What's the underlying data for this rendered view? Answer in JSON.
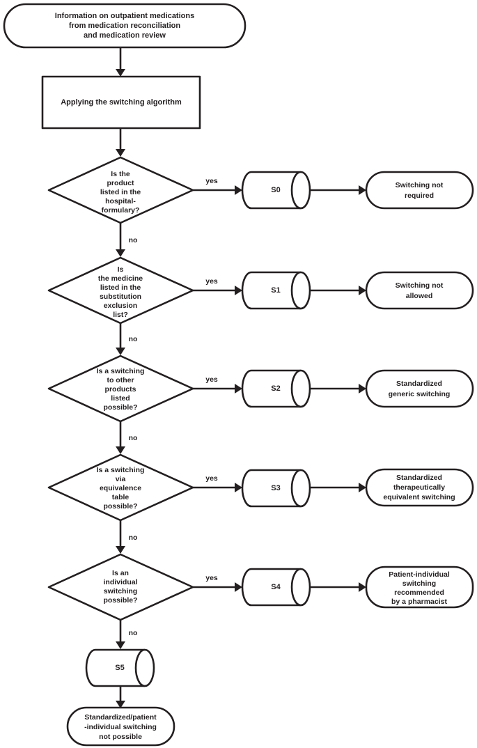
{
  "chart_data": {
    "type": "diagram",
    "title": "Medication switching algorithm flowchart",
    "diagram_kind": "flowchart",
    "orientation": "top-to-bottom with right branches",
    "nodes": [
      {
        "id": "start",
        "shape": "terminator",
        "text": "Information on outpatient medications\nfrom medication reconciliation\nand medication review"
      },
      {
        "id": "process",
        "shape": "process",
        "text": "Applying the switching algorithm"
      },
      {
        "id": "d0",
        "shape": "decision",
        "text": "Is the\nproduct\nlisted in the\nhospital-\nformulary?"
      },
      {
        "id": "d1",
        "shape": "decision",
        "text": "Is\nthe medicine\nlisted in the\nsubstitution\nexclusion\nlist?"
      },
      {
        "id": "d2",
        "shape": "decision",
        "text": "Is a switching\nto other\nproducts\nlisted\npossible?"
      },
      {
        "id": "d3",
        "shape": "decision",
        "text": "Is a switching\nvia\nequivalence\ntable\npossible?"
      },
      {
        "id": "d4",
        "shape": "decision",
        "text": "Is an\nindividual\nswitching\npossible?"
      },
      {
        "id": "s0",
        "shape": "cylinder",
        "text": "S0"
      },
      {
        "id": "s1",
        "shape": "cylinder",
        "text": "S1"
      },
      {
        "id": "s2",
        "shape": "cylinder",
        "text": "S2"
      },
      {
        "id": "s3",
        "shape": "cylinder",
        "text": "S3"
      },
      {
        "id": "s4",
        "shape": "cylinder",
        "text": "S4"
      },
      {
        "id": "s5",
        "shape": "cylinder",
        "text": "S5"
      },
      {
        "id": "o0",
        "shape": "terminator",
        "text": "Switching not\nrequired"
      },
      {
        "id": "o1",
        "shape": "terminator",
        "text": "Switching not\nallowed"
      },
      {
        "id": "o2",
        "shape": "terminator",
        "text": "Standardized\ngeneric switching"
      },
      {
        "id": "o3",
        "shape": "terminator",
        "text": "Standardized\ntherapeutically\nequivalent switching"
      },
      {
        "id": "o4",
        "shape": "terminator",
        "text": "Patient-individual\nswitching\nrecommended\nby a pharmacist"
      },
      {
        "id": "o5",
        "shape": "terminator",
        "text": "Standardized/patient\n-individual switching\nnot possible"
      }
    ],
    "edges": [
      {
        "from": "start",
        "to": "process",
        "label": ""
      },
      {
        "from": "process",
        "to": "d0",
        "label": ""
      },
      {
        "from": "d0",
        "to": "s0",
        "label": "yes"
      },
      {
        "from": "s0",
        "to": "o0",
        "label": ""
      },
      {
        "from": "d0",
        "to": "d1",
        "label": "no"
      },
      {
        "from": "d1",
        "to": "s1",
        "label": "yes"
      },
      {
        "from": "s1",
        "to": "o1",
        "label": ""
      },
      {
        "from": "d1",
        "to": "d2",
        "label": "no"
      },
      {
        "from": "d2",
        "to": "s2",
        "label": "yes"
      },
      {
        "from": "s2",
        "to": "o2",
        "label": ""
      },
      {
        "from": "d2",
        "to": "d3",
        "label": "no"
      },
      {
        "from": "d3",
        "to": "s3",
        "label": "yes"
      },
      {
        "from": "s3",
        "to": "o3",
        "label": ""
      },
      {
        "from": "d3",
        "to": "d4",
        "label": "no"
      },
      {
        "from": "d4",
        "to": "s4",
        "label": "yes"
      },
      {
        "from": "s4",
        "to": "o4",
        "label": ""
      },
      {
        "from": "d4",
        "to": "s5",
        "label": "no"
      },
      {
        "from": "s5",
        "to": "o5",
        "label": ""
      }
    ],
    "colors": {
      "stroke": "#231f20",
      "fill": "#ffffff",
      "background": "#ffffff"
    }
  },
  "start": {
    "line1": "Information on outpatient medications",
    "line2": "from medication reconciliation",
    "line3": "and medication review"
  },
  "process": {
    "label": "Applying the switching algorithm"
  },
  "decisions": [
    {
      "id": "d0",
      "lines": [
        "Is the",
        "product",
        "listed in the",
        "hospital-",
        "formulary?"
      ],
      "yes_label": "yes",
      "no_label": "no"
    },
    {
      "id": "d1",
      "lines": [
        "Is",
        "the medicine",
        "listed in the",
        "substitution",
        "exclusion",
        "list?"
      ],
      "yes_label": "yes",
      "no_label": "no"
    },
    {
      "id": "d2",
      "lines": [
        "Is a switching",
        "to other",
        "products",
        "listed",
        "possible?"
      ],
      "yes_label": "yes",
      "no_label": "no"
    },
    {
      "id": "d3",
      "lines": [
        "Is a switching",
        "via",
        "equivalence",
        "table",
        "possible?"
      ],
      "yes_label": "yes",
      "no_label": "no"
    },
    {
      "id": "d4",
      "lines": [
        "Is an",
        "individual",
        "switching",
        "possible?"
      ],
      "yes_label": "yes",
      "no_label": "no"
    }
  ],
  "states": [
    {
      "id": "s0",
      "label": "S0"
    },
    {
      "id": "s1",
      "label": "S1"
    },
    {
      "id": "s2",
      "label": "S2"
    },
    {
      "id": "s3",
      "label": "S3"
    },
    {
      "id": "s4",
      "label": "S4"
    },
    {
      "id": "s5",
      "label": "S5"
    }
  ],
  "outcomes": [
    {
      "id": "o0",
      "lines": [
        "Switching not",
        "required"
      ]
    },
    {
      "id": "o1",
      "lines": [
        "Switching not",
        "allowed"
      ]
    },
    {
      "id": "o2",
      "lines": [
        "Standardized",
        "generic switching"
      ]
    },
    {
      "id": "o3",
      "lines": [
        "Standardized",
        "therapeutically",
        "equivalent switching"
      ]
    },
    {
      "id": "o4",
      "lines": [
        "Patient-individual",
        "switching",
        "recommended",
        "by a pharmacist"
      ]
    },
    {
      "id": "o5",
      "lines": [
        "Standardized/patient",
        "-individual switching",
        "not possible"
      ]
    }
  ]
}
